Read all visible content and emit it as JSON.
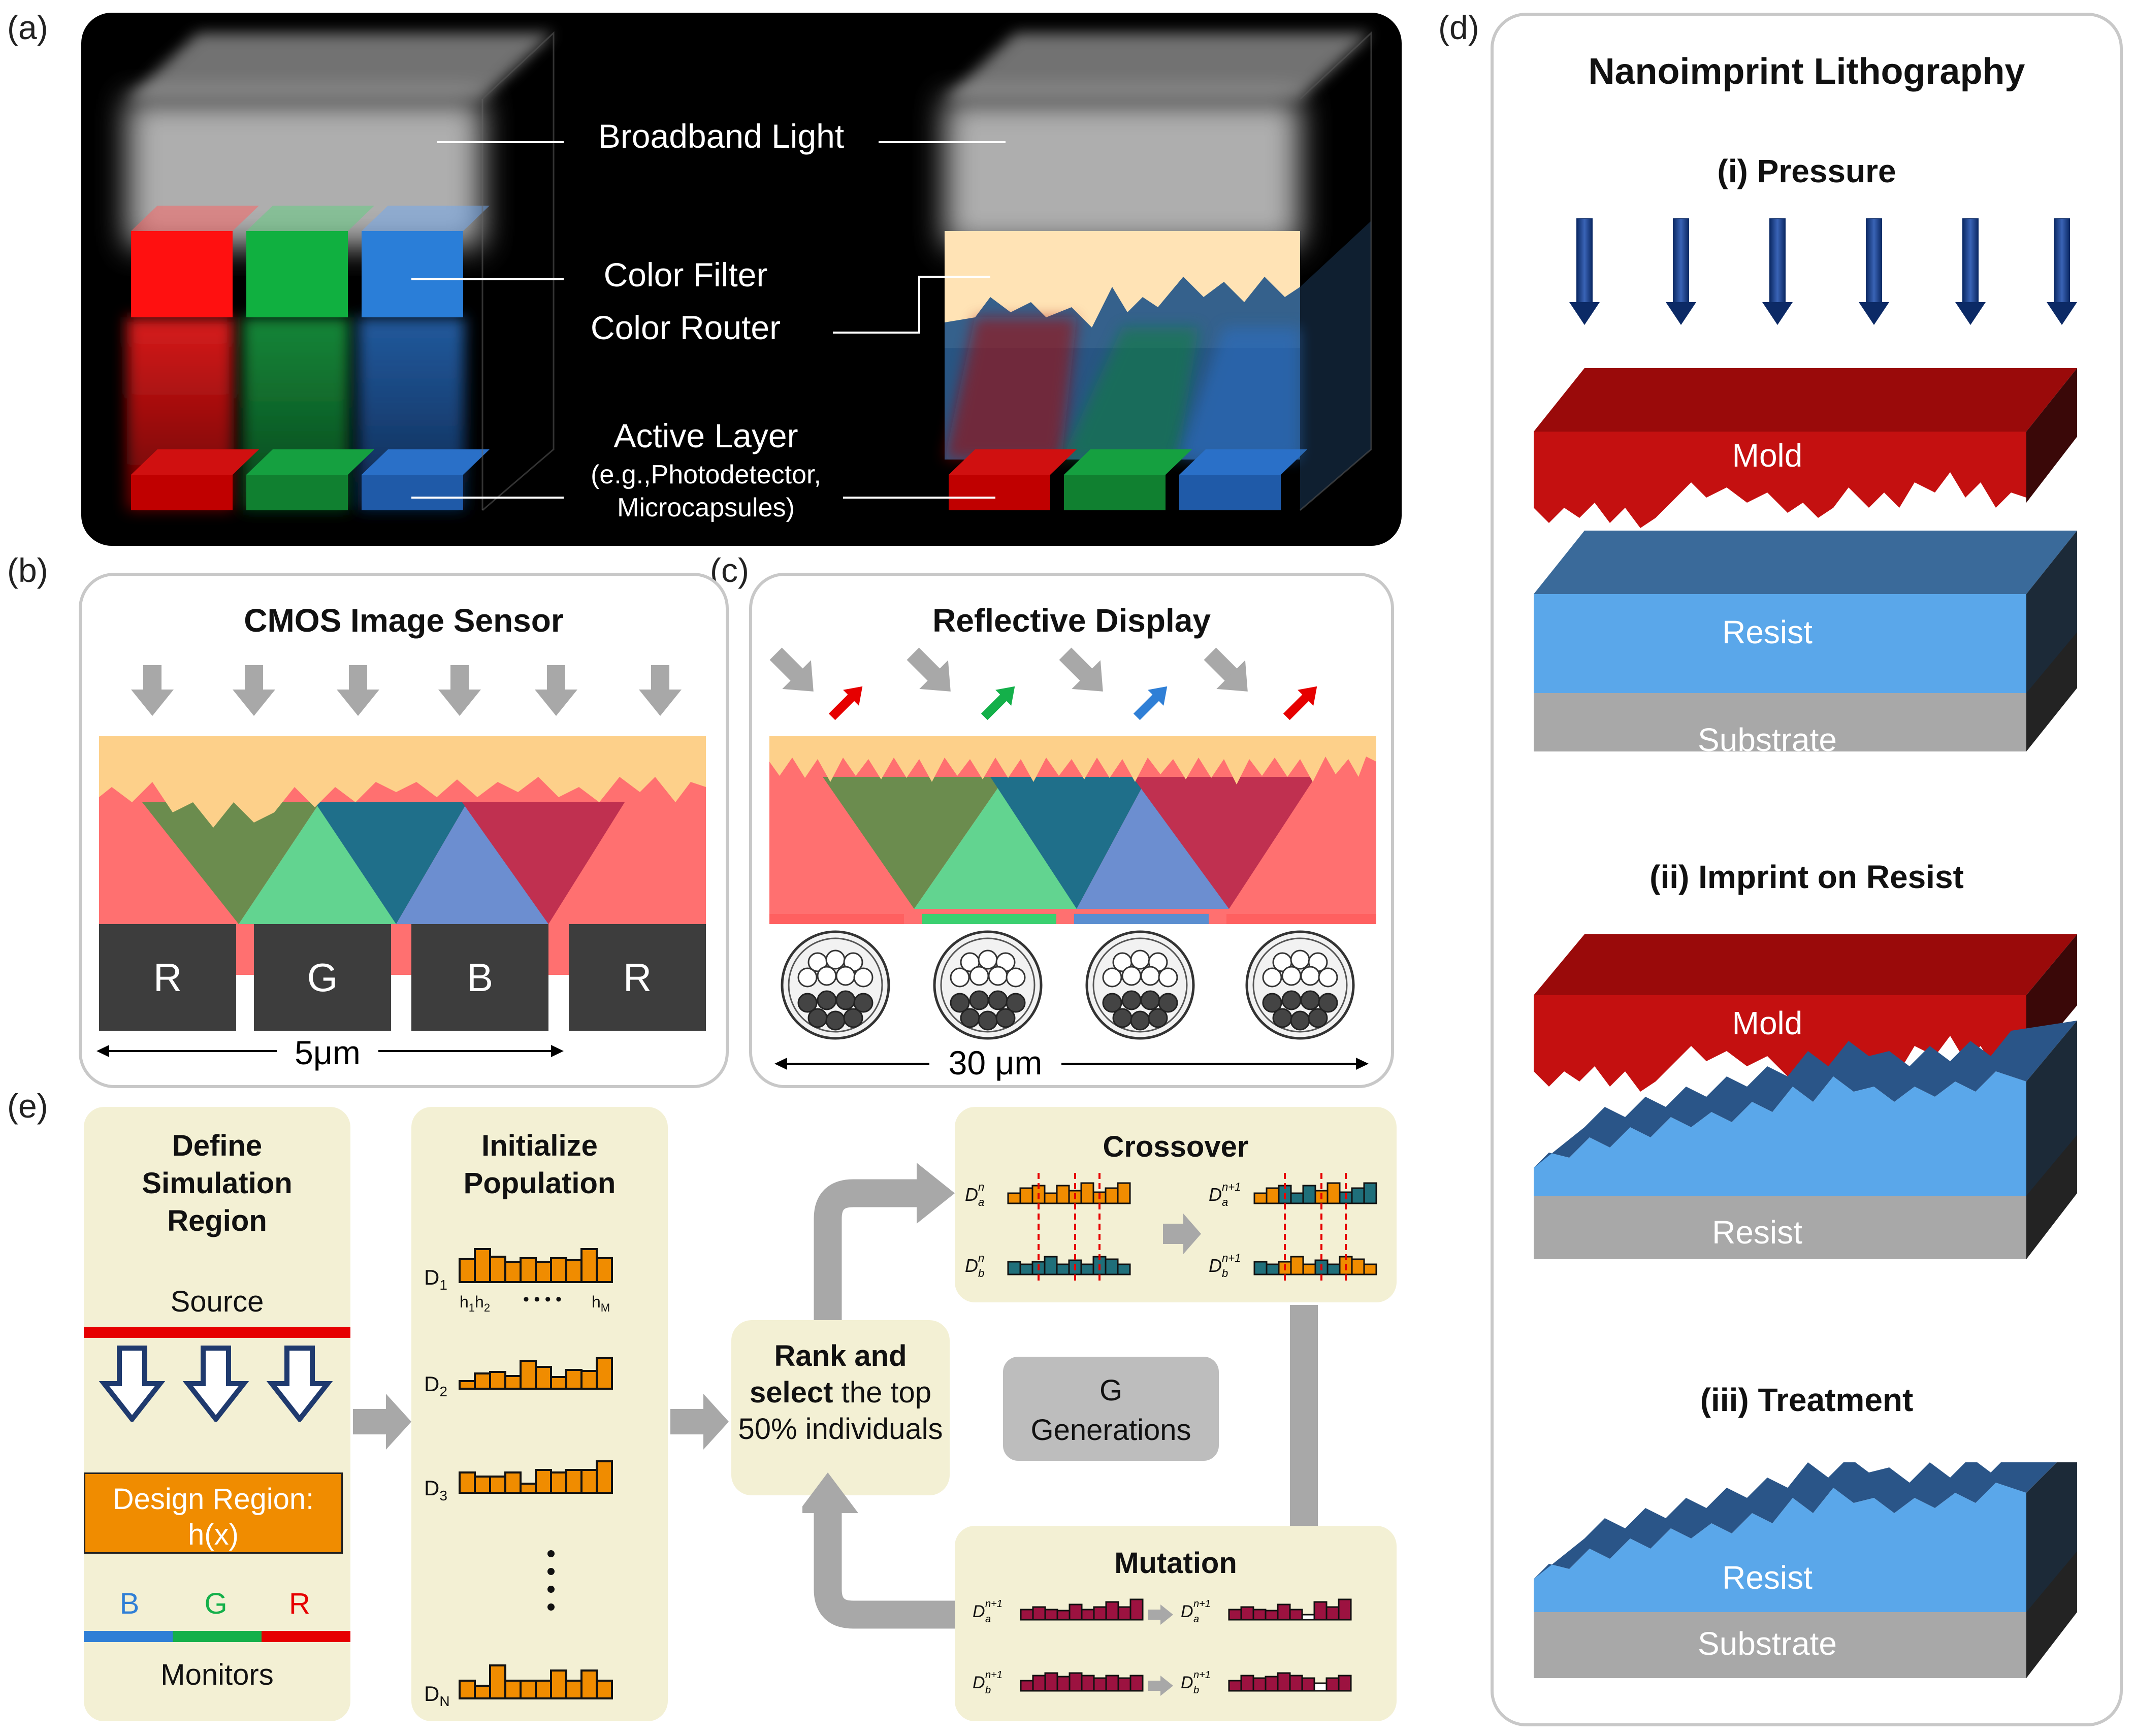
{
  "panel_labels": {
    "a": "(a)",
    "b": "(b)",
    "c": "(c)",
    "d": "(d)",
    "e": "(e)"
  },
  "panel_a": {
    "broadband_light": "Broadband Light",
    "color_filter": "Color Filter",
    "color_router": "Color Router",
    "active_layer": "Active Layer",
    "active_layer_note1": "(e.g.,Photodetector,",
    "active_layer_note2": "Microcapsules)"
  },
  "panel_b": {
    "title": "CMOS Image Sensor",
    "pixels": [
      "R",
      "G",
      "B",
      "R"
    ],
    "scale": "5μm"
  },
  "panel_c": {
    "title": "Reflective Display",
    "scale": "30 μm"
  },
  "panel_d": {
    "title": "Nanoimprint Lithography",
    "step1": "(i) Pressure",
    "step2": "(ii) Imprint on Resist",
    "step3": "(iii) Treatment",
    "mold": "Mold",
    "resist": "Resist",
    "substrate": "Substrate"
  },
  "panel_e": {
    "define_title": "Define Simulation Region",
    "source": "Source",
    "design_region": "Design Region: h(x)",
    "monitor_b": "B",
    "monitor_g": "G",
    "monitor_r": "R",
    "monitors": "Monitors",
    "init_title": "Initialize Population",
    "d1": "D",
    "h_labels": "h₁h₂ • • • • h_M",
    "rank_bold1": "Rank and",
    "rank_bold2": "select",
    "rank_rest": "the top 50% individuals",
    "generations": "G Generations",
    "crossover": "Crossover",
    "mutation": "Mutation"
  },
  "colors": {
    "red": "#e60000",
    "green": "#14b04a",
    "blue": "#2f7fd6",
    "orange": "#f08c00",
    "teal": "#1f6f7a",
    "maroon": "#9c1240",
    "mold": "#c41010",
    "resist": "#5aa7ea",
    "substrate": "#a8a8a8",
    "panel_yellow": "#f3f0d4"
  }
}
